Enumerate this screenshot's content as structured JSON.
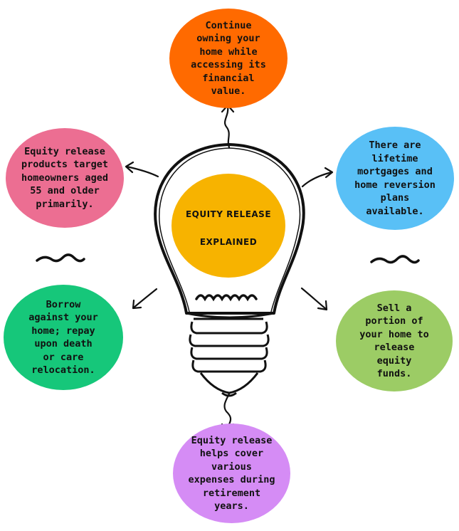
{
  "title": {
    "line1": "EQUITY RELEASE",
    "line2": "EXPLAINED"
  },
  "colors": {
    "orange": "#ff6a00",
    "blue": "#59c0f6",
    "pink": "#ec6e92",
    "green": "#16c77a",
    "lime": "#9ccc65",
    "purple": "#d58cf5",
    "bulb_center": "#f7b300",
    "stroke": "#111111"
  },
  "bubbles": [
    {
      "id": "top",
      "color": "orange",
      "text": "Continue\nowning your\nhome while\naccessing its\nfinancial\nvalue."
    },
    {
      "id": "top-right",
      "color": "blue",
      "text": "There are\nlifetime\nmortgages and\nhome reversion\nplans\navailable."
    },
    {
      "id": "top-left",
      "color": "pink",
      "text": "Equity release\nproducts target\nhomeowners aged\n55 and older\nprimarily."
    },
    {
      "id": "bottom-left",
      "color": "green",
      "text": "Borrow\nagainst your\nhome; repay\nupon death\nor care\nrelocation."
    },
    {
      "id": "bottom-right",
      "color": "lime",
      "text": "Sell a\nportion of\nyour home to\nrelease\nequity\nfunds."
    },
    {
      "id": "bottom",
      "color": "purple",
      "text": "Equity release\nhelps cover\nvarious\nexpenses during\nretirement\nyears."
    }
  ]
}
